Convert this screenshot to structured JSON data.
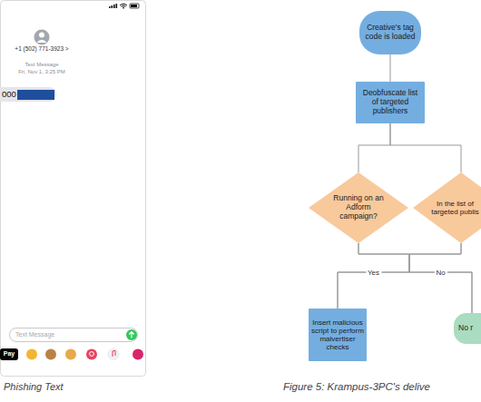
{
  "diagram": {
    "nodes": [
      {
        "text": [
          "000"
        ]
      },
      {
        "text": [
          "Text Message"
        ]
      },
      {
        "text": [
          "Pay"
        ]
      },
      {
        "text": [
          "Creative's tag code is loaded"
        ]
      },
      {
        "text": [
          "Deobfuscate list of targeted publishers"
        ]
      },
      {
        "text": [
          "Running on an Adform campaign?"
        ]
      },
      {
        "text": [
          "In the list of targeted publis"
        ]
      },
      {
        "text": [
          "Insert malicious script to perform malvertiser checks"
        ]
      },
      {
        "text": [
          "No r"
        ]
      }
    ],
    "edges": [
      {
        "from": 3,
        "to": 4,
        "arrow": "none"
      },
      {
        "from": 4,
        "to": 5,
        "arrow": "none"
      },
      {
        "from": 4,
        "to": 6,
        "arrow": "none"
      },
      {
        "from": 5,
        "to": 7,
        "label": "Yes",
        "arrow": "none"
      },
      {
        "from": 5,
        "to": 8,
        "label": "No",
        "arrow": "none"
      },
      {
        "from": 6,
        "to": 7,
        "arrow": "none"
      },
      {
        "from": 6,
        "to": 8,
        "arrow": "none"
      }
    ],
    "labels": [
      "+1 (502) 771-3923 >",
      "Text Message",
      "Fri, Nov 1, 3:25 PM",
      "Phishing Text",
      "Figure 5: Krampus-3PC's delive"
    ]
  }
}
